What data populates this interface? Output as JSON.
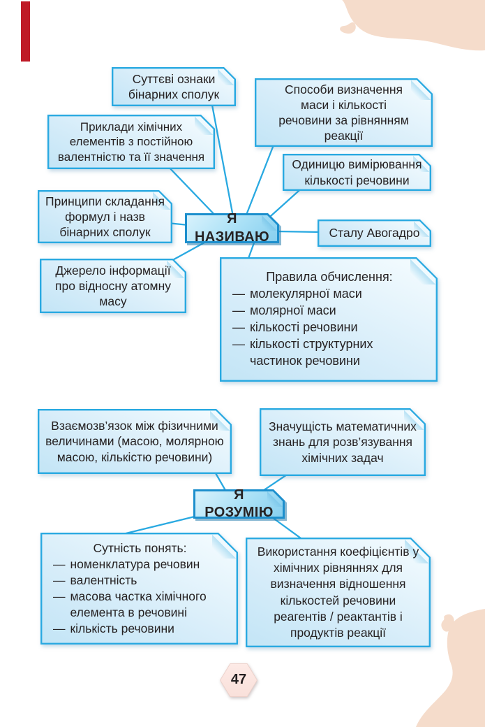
{
  "page_number": "47",
  "bullet": "—",
  "nodes": {
    "naming": "Я НАЗИВАЮ",
    "understanding": "Я РОЗУМІЮ"
  },
  "boxes": {
    "essential_features": {
      "lines": [
        "Суттєві ознаки",
        "бінарних сполук"
      ]
    },
    "mass_methods": {
      "lines": [
        "Способи визначення",
        "маси і кількості",
        "речовини за рівнянням",
        "реакції"
      ]
    },
    "element_examples": {
      "lines": [
        "Приклади хімічних",
        "елементів з постійною",
        "валентністю та її значення"
      ]
    },
    "unit_of_amount": {
      "lines": [
        "Одиницю вимірювання",
        "кількості речовини"
      ]
    },
    "formula_principles": {
      "lines": [
        "Принципи складання",
        "формул і назв",
        "бінарних сполук"
      ]
    },
    "avogadro": {
      "lines": [
        "Сталу Авогадро"
      ]
    },
    "info_source": {
      "lines": [
        "Джерело інформації",
        "про відносну атомну",
        "масу"
      ]
    },
    "calculation_rules": {
      "title": "Правила обчислення:",
      "items": [
        "молекулярної маси",
        "молярної маси",
        "кількості речовини",
        "кількості структурних частинок речовини"
      ]
    },
    "relationship": {
      "lines": [
        "Взаємозв’язок між фізичними",
        "величинами (масою, молярною",
        "масою, кількістю речовини)"
      ]
    },
    "math_value": {
      "lines": [
        "Значущість математичних",
        "знань для розв’язування",
        "хімічних задач"
      ]
    },
    "essence": {
      "title": "Сутність понять:",
      "items": [
        "номенклатура речовин",
        "валентність",
        "масова частка хімічного елемента в речовині",
        "кількість речовини"
      ]
    },
    "coefficients": {
      "lines": [
        "Використання коефіцієнтів у",
        "хімічних рівняннях для",
        "визначення відношення",
        "кількостей речовини",
        "реагентів / реактантів і",
        "продуктів реакції"
      ]
    }
  },
  "colors": {
    "box_border": "#29a9e1",
    "node_border": "#1d8fcd",
    "connector": "#29a9e1",
    "box_fill_light": "#f1fafe",
    "box_fill_dark": "#c3e5f6",
    "blob_peach": "#f5dccb",
    "hex_fill": "#f9e0da",
    "red_mark": "#bf1a26",
    "text": "#262223"
  }
}
